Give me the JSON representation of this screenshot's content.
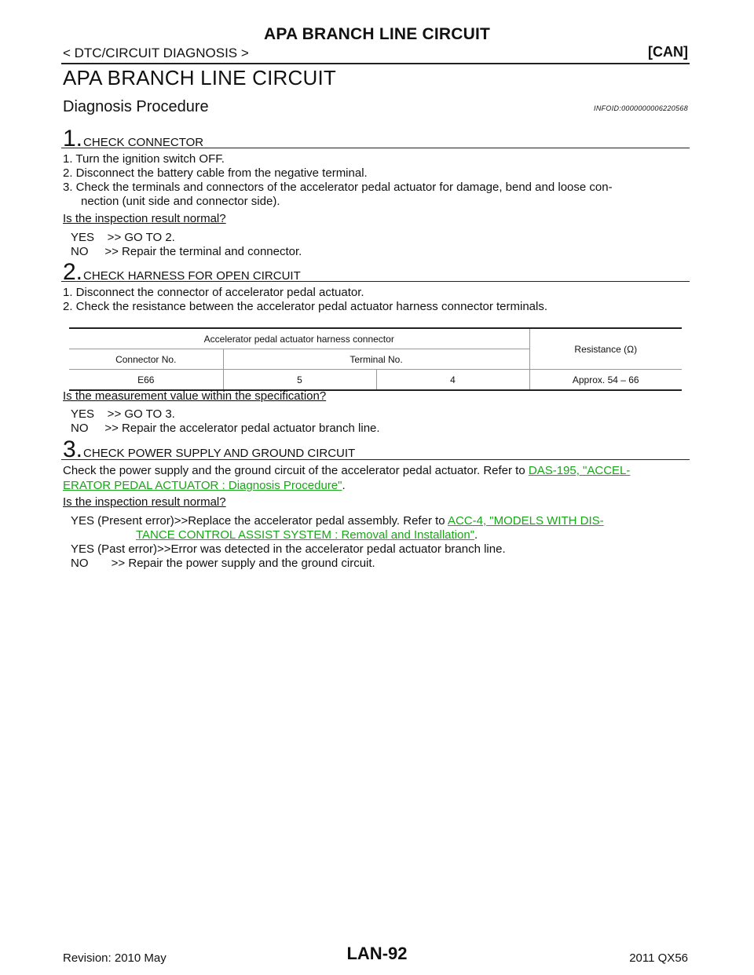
{
  "header": {
    "running_title": "APA BRANCH LINE CIRCUIT",
    "breadcrumb": "< DTC/CIRCUIT DIAGNOSIS >",
    "section_tag": "[CAN]"
  },
  "section_title": "APA BRANCH LINE CIRCUIT",
  "subsection_title": "Diagnosis Procedure",
  "info_id": "INFOID:0000000006220568",
  "steps": [
    {
      "num": "1.",
      "title": "CHECK CONNECTOR",
      "items": [
        "1. Turn the ignition switch OFF.",
        "2. Disconnect the battery cable from the negative terminal.",
        "3. Check the terminals and connectors of the accelerator pedal actuator for damage, bend and loose con-",
        "nection (unit side and connector side)."
      ],
      "question": "Is the inspection result normal?",
      "answers": [
        "YES    >> GO TO 2.",
        "NO     >> Repair the terminal and connector."
      ]
    },
    {
      "num": "2.",
      "title": "CHECK HARNESS FOR OPEN CIRCUIT",
      "items": [
        "1. Disconnect the connector of accelerator pedal actuator.",
        "2. Check the resistance between the accelerator pedal actuator harness connector terminals."
      ],
      "question": "Is the measurement value within the specification?",
      "answers": [
        "YES    >> GO TO 3.",
        "NO     >> Repair the accelerator pedal actuator branch line."
      ]
    },
    {
      "num": "3.",
      "title": "CHECK POWER SUPPLY AND GROUND CIRCUIT",
      "text": "Check the power supply and the ground circuit of the accelerator pedal actuator. Refer to",
      "link1_a": "DAS-195, \"ACCEL-",
      "link1_b": "ERATOR PEDAL ACTUATOR : Diagnosis Procedure\"",
      "question": "Is the inspection result normal?",
      "answer1_prefix": "YES (Present error)>>Replace the accelerator pedal assembly. Refer to",
      "link2_a": "ACC-4, \"MODELS WITH DIS-",
      "link2_b": "TANCE CONTROL ASSIST SYSTEM : Removal and Installation\"",
      "answer2": "YES (Past error)>>Error was detected in the accelerator pedal actuator branch line.",
      "answer3": "NO       >> Repair the power supply and the ground circuit."
    }
  ],
  "table": {
    "group_header": "Accelerator pedal actuator harness connector",
    "resistance_header": "Resistance (Ω)",
    "connector_header": "Connector No.",
    "terminal_header": "Terminal No.",
    "row": {
      "connector": "E66",
      "terminal_a": "5",
      "terminal_b": "4",
      "resistance": "Approx. 54 – 66"
    }
  },
  "footer": {
    "revision": "Revision: 2010 May",
    "page": "LAN-92",
    "model": "2011 QX56"
  }
}
